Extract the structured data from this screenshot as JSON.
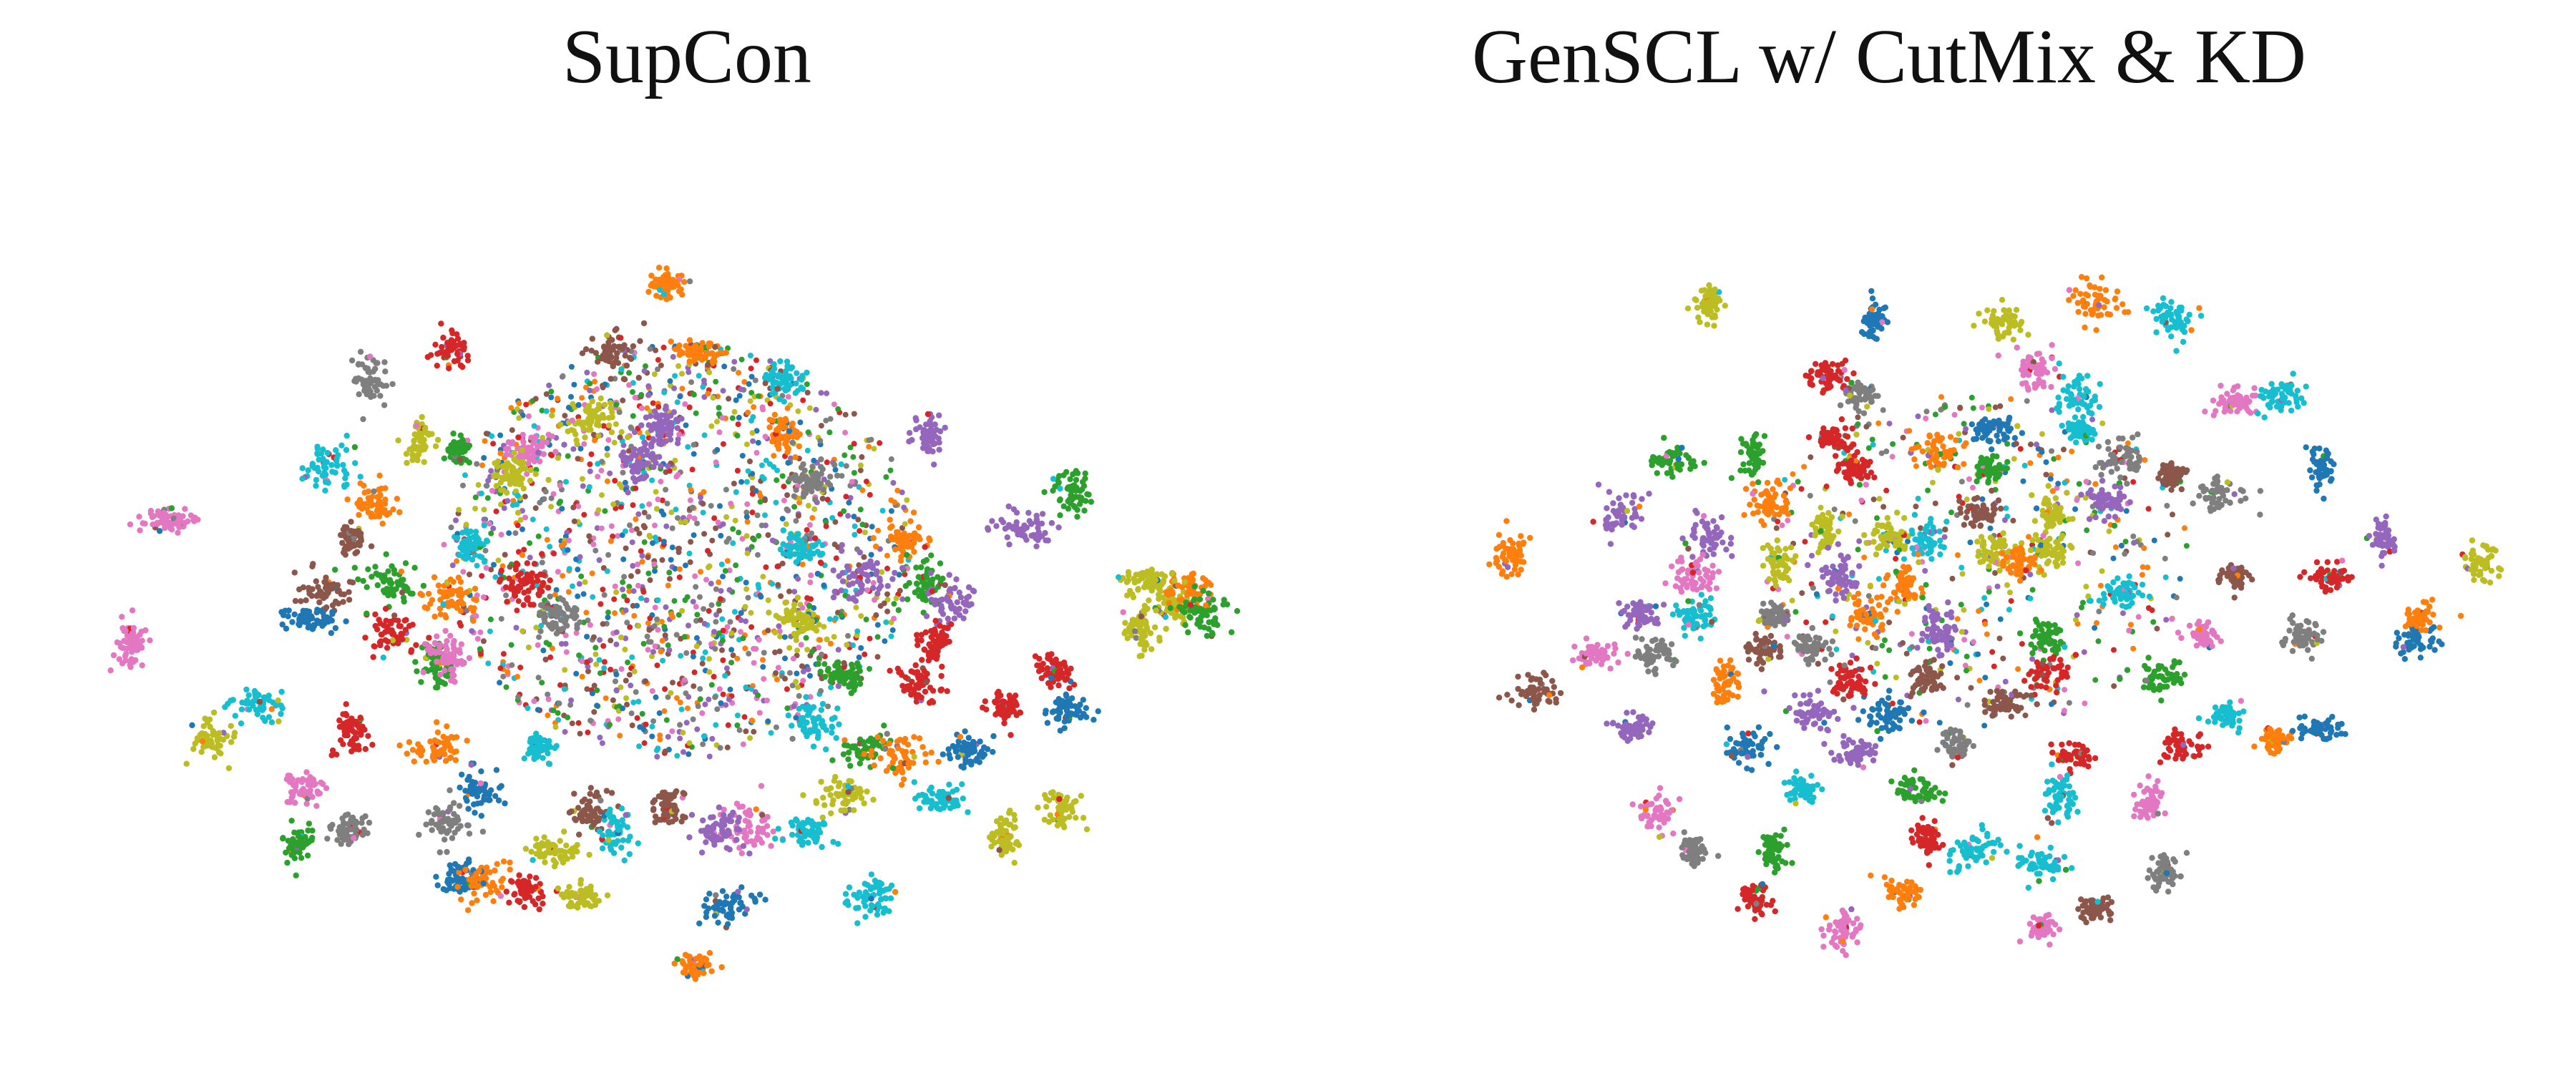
{
  "chart_data": [
    {
      "type": "scatter",
      "title": "SupCon",
      "xlabel": "",
      "ylabel": "",
      "axes_visible": false,
      "grid": false,
      "legend": "none",
      "xlim": [
        -1,
        1
      ],
      "ylim": [
        -1,
        1
      ],
      "palette": [
        "#1f77b4",
        "#ff7f0e",
        "#2ca02c",
        "#d62728",
        "#9467bd",
        "#8c564b",
        "#e377c2",
        "#7f7f7f",
        "#bcbd22",
        "#17becf"
      ],
      "clusters": [
        {
          "x": -0.03,
          "y": -0.93,
          "color": 1
        },
        {
          "x": -0.57,
          "y": -0.71,
          "color": 3
        },
        {
          "x": -0.16,
          "y": -0.7,
          "color": 5
        },
        {
          "x": 0.05,
          "y": -0.7,
          "color": 1
        },
        {
          "x": -0.77,
          "y": -0.61,
          "color": 7
        },
        {
          "x": 0.26,
          "y": -0.61,
          "color": 9
        },
        {
          "x": -0.65,
          "y": -0.41,
          "color": 8
        },
        {
          "x": -0.55,
          "y": -0.38,
          "color": 2
        },
        {
          "x": -0.38,
          "y": -0.38,
          "color": 6
        },
        {
          "x": 0.26,
          "y": -0.43,
          "color": 1
        },
        {
          "x": 0.62,
          "y": -0.43,
          "color": 4
        },
        {
          "x": -0.87,
          "y": -0.33,
          "color": 9
        },
        {
          "x": -0.42,
          "y": -0.3,
          "color": 8
        },
        {
          "x": -0.1,
          "y": -0.34,
          "color": 4
        },
        {
          "x": 0.33,
          "y": -0.28,
          "color": 7
        },
        {
          "x": 0.98,
          "y": -0.25,
          "color": 2
        },
        {
          "x": -0.76,
          "y": -0.2,
          "color": 1
        },
        {
          "x": -1.28,
          "y": -0.15,
          "color": 6
        },
        {
          "x": -0.82,
          "y": -0.09,
          "color": 5
        },
        {
          "x": 0.56,
          "y": -0.08,
          "color": 1
        },
        {
          "x": 0.86,
          "y": -0.12,
          "color": 4
        },
        {
          "x": -0.52,
          "y": -0.06,
          "color": 9
        },
        {
          "x": 0.3,
          "y": -0.06,
          "color": 9
        },
        {
          "x": -0.72,
          "y": 0.06,
          "color": 2
        },
        {
          "x": -0.38,
          "y": 0.06,
          "color": 3
        },
        {
          "x": -0.88,
          "y": 0.09,
          "color": 5
        },
        {
          "x": 0.46,
          "y": 0.04,
          "color": 4
        },
        {
          "x": 0.62,
          "y": 0.06,
          "color": 2
        },
        {
          "x": -0.58,
          "y": 0.12,
          "color": 1
        },
        {
          "x": -0.92,
          "y": 0.18,
          "color": 0
        },
        {
          "x": 0.68,
          "y": 0.12,
          "color": 4
        },
        {
          "x": 1.23,
          "y": 0.13,
          "color": 8
        },
        {
          "x": -0.3,
          "y": 0.17,
          "color": 7
        },
        {
          "x": 0.3,
          "y": 0.18,
          "color": 8
        },
        {
          "x": -0.72,
          "y": 0.22,
          "color": 3
        },
        {
          "x": -1.37,
          "y": 0.27,
          "color": 6
        },
        {
          "x": 0.64,
          "y": 0.25,
          "color": 3
        },
        {
          "x": 1.15,
          "y": 0.22,
          "color": 8
        },
        {
          "x": -0.6,
          "y": 0.33,
          "color": 2
        },
        {
          "x": -0.58,
          "y": 0.3,
          "color": 6
        },
        {
          "x": 0.41,
          "y": 0.36,
          "color": 2
        },
        {
          "x": 0.6,
          "y": 0.39,
          "color": 3
        },
        {
          "x": -1.05,
          "y": 0.46,
          "color": 9
        },
        {
          "x": 0.81,
          "y": 0.47,
          "color": 3
        },
        {
          "x": 0.34,
          "y": 0.52,
          "color": 9
        },
        {
          "x": 0.46,
          "y": 0.6,
          "color": 2
        },
        {
          "x": -1.16,
          "y": 0.58,
          "color": 8
        },
        {
          "x": -0.82,
          "y": 0.55,
          "color": 3
        },
        {
          "x": -0.6,
          "y": 0.6,
          "color": 1
        },
        {
          "x": -0.35,
          "y": 0.6,
          "color": 9
        },
        {
          "x": 0.72,
          "y": 0.61,
          "color": 0
        },
        {
          "x": 0.55,
          "y": 0.62,
          "color": 1
        },
        {
          "x": -0.94,
          "y": 0.74,
          "color": 6
        },
        {
          "x": -0.5,
          "y": 0.74,
          "color": 0
        },
        {
          "x": 0.41,
          "y": 0.76,
          "color": 8
        },
        {
          "x": 0.17,
          "y": 0.86,
          "color": 6
        },
        {
          "x": -0.82,
          "y": 0.87,
          "color": 7
        },
        {
          "x": -0.58,
          "y": 0.85,
          "color": 7
        },
        {
          "x": -0.22,
          "y": 0.82,
          "color": 5
        },
        {
          "x": -0.03,
          "y": 0.8,
          "color": 5
        },
        {
          "x": -0.16,
          "y": 0.88,
          "color": 9
        },
        {
          "x": 0.1,
          "y": 0.88,
          "color": 4
        },
        {
          "x": 0.32,
          "y": 0.88,
          "color": 9
        },
        {
          "x": -0.95,
          "y": 0.92,
          "color": 2
        },
        {
          "x": -0.55,
          "y": 1.03,
          "color": 0
        },
        {
          "x": -0.49,
          "y": 1.04,
          "color": 1
        },
        {
          "x": -0.38,
          "y": 1.08,
          "color": 3
        },
        {
          "x": -0.25,
          "y": 1.09,
          "color": 8
        },
        {
          "x": 0.12,
          "y": 1.12,
          "color": 0
        },
        {
          "x": 0.48,
          "y": 1.09,
          "color": 9
        },
        {
          "x": 0.81,
          "y": 0.89,
          "color": 8
        },
        {
          "x": 0.95,
          "y": 0.8,
          "color": 8
        },
        {
          "x": 0.65,
          "y": 0.77,
          "color": 9
        },
        {
          "x": 0.04,
          "y": 1.32,
          "color": 1
        },
        {
          "x": -0.32,
          "y": 0.94,
          "color": 8
        },
        {
          "x": 1.27,
          "y": 0.08,
          "color": 1
        },
        {
          "x": 1.17,
          "y": 0.05,
          "color": 8
        },
        {
          "x": 1.3,
          "y": 0.16,
          "color": 2
        },
        {
          "x": 0.94,
          "y": 0.35,
          "color": 3
        },
        {
          "x": 0.97,
          "y": 0.48,
          "color": 0
        },
        {
          "x": -0.22,
          "y": -0.48,
          "color": 8
        },
        {
          "x": -0.05,
          "y": -0.45,
          "color": 4
        }
      ]
    },
    {
      "type": "scatter",
      "title": "GenSCL w/ CutMix & KD",
      "xlabel": "",
      "ylabel": "",
      "axes_visible": false,
      "grid": false,
      "legend": "none",
      "xlim": [
        -1,
        1
      ],
      "ylim": [
        -1,
        1
      ],
      "palette": [
        "#1f77b4",
        "#ff7f0e",
        "#2ca02c",
        "#d62728",
        "#9467bd",
        "#8c564b",
        "#e377c2",
        "#7f7f7f",
        "#bcbd22",
        "#17becf"
      ],
      "clusters": [
        {
          "x": -0.76,
          "y": -0.92,
          "color": 8
        },
        {
          "x": -0.34,
          "y": -0.86,
          "color": 0
        },
        {
          "x": 0.0,
          "y": -0.86,
          "color": 8
        },
        {
          "x": 0.24,
          "y": -0.93,
          "color": 1
        },
        {
          "x": 0.44,
          "y": -0.87,
          "color": 9
        },
        {
          "x": -0.46,
          "y": -0.69,
          "color": 3
        },
        {
          "x": -0.37,
          "y": -0.62,
          "color": 7
        },
        {
          "x": 0.08,
          "y": -0.7,
          "color": 6
        },
        {
          "x": 0.2,
          "y": -0.62,
          "color": 9
        },
        {
          "x": 0.6,
          "y": -0.6,
          "color": 6
        },
        {
          "x": 0.72,
          "y": -0.62,
          "color": 9
        },
        {
          "x": -0.44,
          "y": -0.48,
          "color": 3
        },
        {
          "x": -0.03,
          "y": -0.51,
          "color": 0
        },
        {
          "x": 0.2,
          "y": -0.51,
          "color": 9
        },
        {
          "x": 0.31,
          "y": -0.42,
          "color": 7
        },
        {
          "x": 0.44,
          "y": -0.36,
          "color": 5
        },
        {
          "x": -0.85,
          "y": -0.41,
          "color": 2
        },
        {
          "x": -0.65,
          "y": -0.43,
          "color": 2
        },
        {
          "x": -0.38,
          "y": -0.38,
          "color": 3
        },
        {
          "x": -0.16,
          "y": -0.44,
          "color": 1
        },
        {
          "x": -0.04,
          "y": -0.38,
          "color": 2
        },
        {
          "x": 0.26,
          "y": -0.28,
          "color": 4
        },
        {
          "x": 0.82,
          "y": -0.38,
          "color": 0
        },
        {
          "x": -0.6,
          "y": -0.28,
          "color": 1
        },
        {
          "x": -0.06,
          "y": -0.24,
          "color": 5
        },
        {
          "x": 0.12,
          "y": -0.25,
          "color": 8
        },
        {
          "x": 0.56,
          "y": -0.3,
          "color": 7
        },
        {
          "x": 0.98,
          "y": -0.15,
          "color": 4
        },
        {
          "x": -0.99,
          "y": -0.24,
          "color": 4
        },
        {
          "x": -0.76,
          "y": -0.16,
          "color": 4
        },
        {
          "x": -0.46,
          "y": -0.18,
          "color": 8
        },
        {
          "x": -0.3,
          "y": -0.16,
          "color": 8
        },
        {
          "x": -0.2,
          "y": -0.14,
          "color": 9
        },
        {
          "x": -0.02,
          "y": -0.11,
          "color": 8
        },
        {
          "x": 0.12,
          "y": -0.12,
          "color": 8
        },
        {
          "x": 0.04,
          "y": -0.08,
          "color": 1
        },
        {
          "x": 1.24,
          "y": -0.08,
          "color": 8
        },
        {
          "x": -1.28,
          "y": -0.1,
          "color": 1
        },
        {
          "x": -0.8,
          "y": -0.03,
          "color": 6
        },
        {
          "x": -0.58,
          "y": -0.07,
          "color": 8
        },
        {
          "x": -0.42,
          "y": -0.03,
          "color": 4
        },
        {
          "x": -0.26,
          "y": -0.01,
          "color": 1
        },
        {
          "x": 0.6,
          "y": -0.03,
          "color": 5
        },
        {
          "x": 0.84,
          "y": -0.03,
          "color": 3
        },
        {
          "x": -0.94,
          "y": 0.09,
          "color": 4
        },
        {
          "x": -0.8,
          "y": 0.1,
          "color": 9
        },
        {
          "x": -0.6,
          "y": 0.09,
          "color": 7
        },
        {
          "x": -0.35,
          "y": 0.09,
          "color": 1
        },
        {
          "x": 0.3,
          "y": 0.02,
          "color": 9
        },
        {
          "x": -0.9,
          "y": 0.22,
          "color": 7
        },
        {
          "x": -0.62,
          "y": 0.2,
          "color": 5
        },
        {
          "x": -0.5,
          "y": 0.2,
          "color": 7
        },
        {
          "x": -0.17,
          "y": 0.14,
          "color": 4
        },
        {
          "x": 0.11,
          "y": 0.16,
          "color": 2
        },
        {
          "x": 0.52,
          "y": 0.16,
          "color": 6
        },
        {
          "x": 0.78,
          "y": 0.16,
          "color": 7
        },
        {
          "x": 1.06,
          "y": 0.18,
          "color": 0
        },
        {
          "x": 1.08,
          "y": 0.1,
          "color": 1
        },
        {
          "x": -1.05,
          "y": 0.22,
          "color": 6
        },
        {
          "x": -0.72,
          "y": 0.31,
          "color": 1
        },
        {
          "x": -0.4,
          "y": 0.3,
          "color": 3
        },
        {
          "x": -0.2,
          "y": 0.3,
          "color": 5
        },
        {
          "x": 0.12,
          "y": 0.28,
          "color": 3
        },
        {
          "x": 0.4,
          "y": 0.3,
          "color": 2
        },
        {
          "x": -1.21,
          "y": 0.34,
          "color": 5
        },
        {
          "x": -0.5,
          "y": 0.4,
          "color": 4
        },
        {
          "x": -0.3,
          "y": 0.42,
          "color": 0
        },
        {
          "x": 0.0,
          "y": 0.38,
          "color": 5
        },
        {
          "x": 0.58,
          "y": 0.42,
          "color": 9
        },
        {
          "x": -0.96,
          "y": 0.46,
          "color": 4
        },
        {
          "x": -0.66,
          "y": 0.52,
          "color": 0
        },
        {
          "x": -0.38,
          "y": 0.54,
          "color": 4
        },
        {
          "x": -0.12,
          "y": 0.52,
          "color": 7
        },
        {
          "x": 0.18,
          "y": 0.55,
          "color": 3
        },
        {
          "x": 0.46,
          "y": 0.52,
          "color": 3
        },
        {
          "x": 0.7,
          "y": 0.5,
          "color": 1
        },
        {
          "x": 0.82,
          "y": 0.46,
          "color": 0
        },
        {
          "x": -0.9,
          "y": 0.74,
          "color": 6
        },
        {
          "x": -0.52,
          "y": 0.66,
          "color": 9
        },
        {
          "x": -0.22,
          "y": 0.66,
          "color": 2
        },
        {
          "x": 0.14,
          "y": 0.68,
          "color": 9
        },
        {
          "x": 0.38,
          "y": 0.7,
          "color": 6
        },
        {
          "x": -0.8,
          "y": 0.86,
          "color": 7
        },
        {
          "x": -0.6,
          "y": 0.86,
          "color": 2
        },
        {
          "x": -0.2,
          "y": 0.82,
          "color": 3
        },
        {
          "x": -0.08,
          "y": 0.86,
          "color": 9
        },
        {
          "x": 0.1,
          "y": 0.9,
          "color": 9
        },
        {
          "x": 0.42,
          "y": 0.92,
          "color": 7
        },
        {
          "x": -0.64,
          "y": 1.02,
          "color": 3
        },
        {
          "x": -0.26,
          "y": 1.0,
          "color": 1
        },
        {
          "x": -0.42,
          "y": 1.12,
          "color": 6
        },
        {
          "x": 0.1,
          "y": 1.11,
          "color": 6
        },
        {
          "x": 0.24,
          "y": 1.05,
          "color": 5
        }
      ]
    }
  ]
}
